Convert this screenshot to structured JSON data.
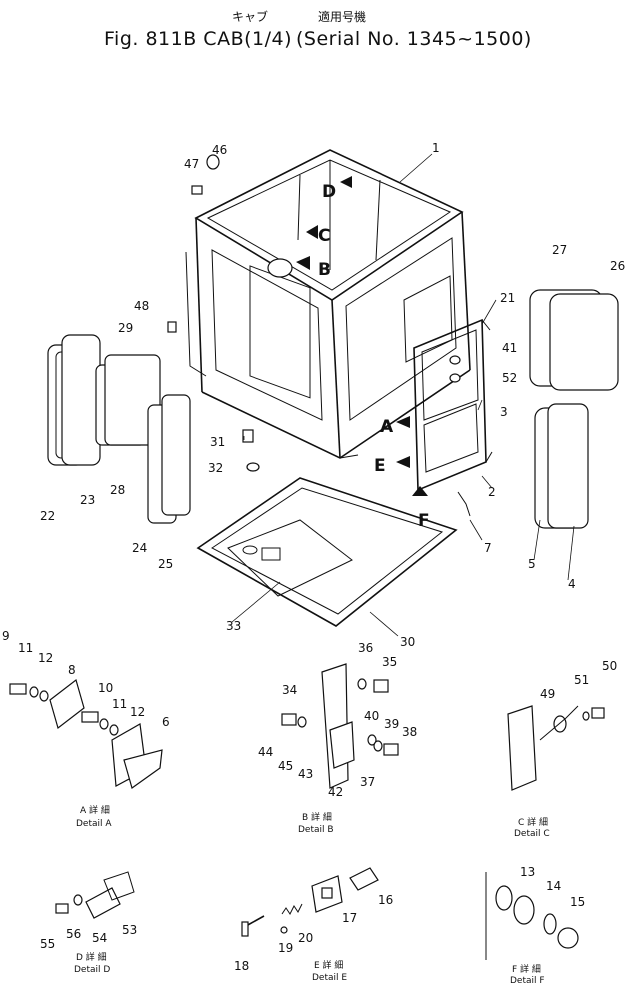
{
  "title": {
    "jp_left": "キャブ",
    "jp_right": "適用号機",
    "fig": "Fig. 811B CAB(1/4)",
    "serial": "(Serial No. 1345~1500)"
  },
  "view_letters": [
    "A",
    "B",
    "C",
    "D",
    "E",
    "F"
  ],
  "callouts": [
    "1",
    "2",
    "3",
    "4",
    "5",
    "6",
    "7",
    "8",
    "9",
    "10",
    "11",
    "12",
    "13",
    "14",
    "15",
    "16",
    "17",
    "18",
    "19",
    "20",
    "21",
    "22",
    "23",
    "24",
    "25",
    "26",
    "27",
    "28",
    "29",
    "30",
    "31",
    "32",
    "33",
    "34",
    "35",
    "36",
    "37",
    "38",
    "39",
    "40",
    "41",
    "42",
    "43",
    "44",
    "45",
    "46",
    "47",
    "48",
    "49",
    "50",
    "51",
    "52",
    "53",
    "54",
    "55",
    "56",
    "11",
    "12"
  ],
  "details": [
    {
      "jp": "A 詳 細",
      "en": "Detail A"
    },
    {
      "jp": "B 詳 細",
      "en": "Detail B"
    },
    {
      "jp": "C 詳 細",
      "en": "Detail C"
    },
    {
      "jp": "D 詳 細",
      "en": "Detail D"
    },
    {
      "jp": "E 詳 細",
      "en": "Detail E"
    },
    {
      "jp": "F 詳 細",
      "en": "Detail F"
    }
  ]
}
